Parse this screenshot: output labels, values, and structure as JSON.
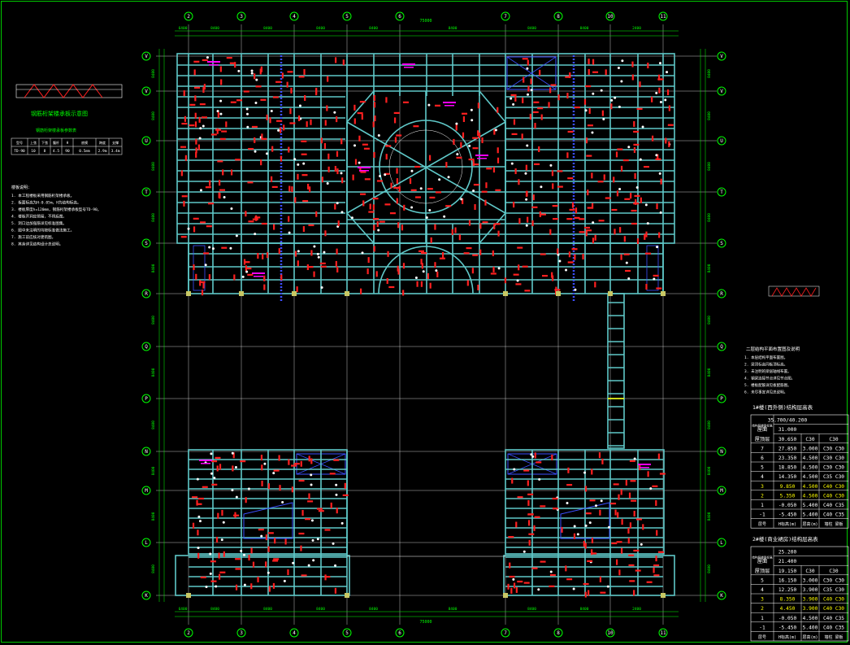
{
  "drawing": {
    "col_labels": [
      "2",
      "3",
      "4",
      "5",
      "6",
      "7",
      "8",
      "10",
      "11"
    ],
    "row_labels": [
      "V",
      "V",
      "U",
      "T",
      "S",
      "R",
      "Q",
      "P",
      "N",
      "M",
      "L",
      "K"
    ],
    "overall_dim": "75000",
    "sub_dims_top": [
      "6400",
      "8400",
      "8400",
      "8400",
      "8400",
      "8400",
      "8400",
      "8400",
      "2400"
    ]
  },
  "left_notes": {
    "detail_title": "钢筋桁架楼承板示意图",
    "spec_title": "钢筋桁架楼承板参数表",
    "spec_header": [
      "型号",
      "上弦",
      "下弦",
      "腹杆",
      "H",
      "底模",
      "跨度",
      "支撑"
    ],
    "spec_row": [
      "TD-90",
      "10",
      "8",
      "4.5",
      "90",
      "0.5mm",
      "2.9m",
      "3.4m"
    ],
    "notes_title": "楼板说明：",
    "notes": [
      "1. 本工程楼板采用钢筋桁架楼承板。",
      "2. 板面标高为H-0.05m，H为结构标高。",
      "3. 楼板厚度h=120mm，钢筋桁架楼承板型号TD-90。",
      "4. 楼板开洞应预留，不得后凿。",
      "5. 洞口边加强筋详见标准图集。",
      "6. 图中未注明的均按标准做法施工。",
      "7. 施工前应核对建筑图。",
      "8. 其余详见结构设计总说明。"
    ]
  },
  "right_notes": {
    "title": "二层结构平面布置图及说明",
    "items": [
      "1. 本层结构平面布置图。",
      "2. 梁顶标高同板顶标高。",
      "3. 未注明的梁居轴线布置。",
      "4. 钢梁连接节点详见节点图。",
      "5. 楼板配筋详见板配筋图。",
      "6. 未尽事宜详见总说明。"
    ]
  },
  "table1": {
    "title": "1#楼(西外侧)结构层高表",
    "rows": [
      [
        "",
        "35.700/40.200",
        "",
        ""
      ],
      [
        "屋面",
        "31.000",
        "",
        ""
      ],
      [
        "屋顶层",
        "30.650",
        "C30",
        "C30"
      ],
      [
        "7",
        "27.850",
        "3.000",
        "C30 C30"
      ],
      [
        "6",
        "23.350",
        "4.500",
        "C30 C30"
      ],
      [
        "5",
        "18.850",
        "4.500",
        "C30 C30"
      ],
      [
        "4",
        "14.350",
        "4.500",
        "C35 C30"
      ],
      [
        "3",
        "9.850",
        "4.500",
        "C40 C30"
      ],
      [
        "2",
        "5.350",
        "4.500",
        "C40 C30"
      ],
      [
        "1",
        "-0.050",
        "5.400",
        "C40 C35"
      ],
      [
        "-1",
        "-5.450",
        "5.400",
        "C40 C35"
      ]
    ],
    "footer": [
      "层号",
      "H标高(m)",
      "层高(m)",
      "墙柱 梁板"
    ],
    "note": "结构层楼面标高"
  },
  "table2": {
    "title": "2#楼(商业裙房)结构层高表",
    "rows": [
      [
        "",
        "25.200",
        "",
        ""
      ],
      [
        "屋面",
        "21.400",
        "",
        ""
      ],
      [
        "屋顶层",
        "19.150",
        "C30",
        "C30"
      ],
      [
        "5",
        "16.150",
        "3.000",
        "C30 C30"
      ],
      [
        "4",
        "12.250",
        "3.900",
        "C35 C30"
      ],
      [
        "3",
        "8.350",
        "3.900",
        "C40 C30"
      ],
      [
        "2",
        "4.450",
        "3.900",
        "C40 C30"
      ],
      [
        "1",
        "-0.050",
        "4.500",
        "C40 C35"
      ],
      [
        "-1",
        "-5.450",
        "5.400",
        "C40 C35"
      ]
    ],
    "footer": [
      "层号",
      "H标高(m)",
      "层高(m)",
      "墙柱 梁板"
    ],
    "note": "结构层楼面标高"
  },
  "colors": {
    "bg": "#000000",
    "beam": "#5fc8c8",
    "grid": "#ffffff",
    "bubble": "#00ff00",
    "dim": "#00ff00",
    "red": "#ff2020",
    "magenta": "#ff00ff",
    "blue": "#3c50ff",
    "yellow": "#ffff00"
  }
}
